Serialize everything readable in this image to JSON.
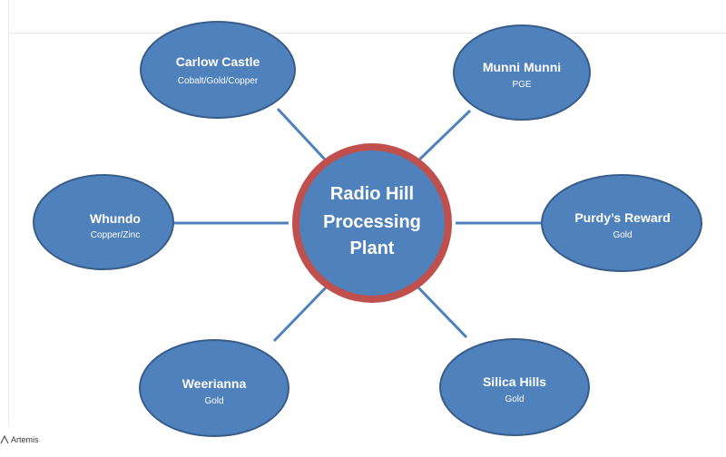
{
  "diagram": {
    "hub": {
      "lines": [
        "Radio Hill",
        "Processing",
        "Plant"
      ]
    },
    "nodes": [
      {
        "id": "carlow-castle",
        "title": "Carlow Castle",
        "subtitle": "Cobalt/Gold/Copper"
      },
      {
        "id": "munni-munni",
        "title": "Munni Munni",
        "subtitle": "PGE"
      },
      {
        "id": "whundo",
        "title": "Whundo",
        "subtitle": "Copper/Zinc"
      },
      {
        "id": "purdys-reward",
        "title": "Purdy’s Reward",
        "subtitle": "Gold"
      },
      {
        "id": "weerianna",
        "title": "Weerianna",
        "subtitle": "Gold"
      },
      {
        "id": "silica-hills",
        "title": "Silica Hills",
        "subtitle": "Gold"
      }
    ]
  },
  "colors": {
    "node_fill": "#4f81bd",
    "node_stroke": "#385d8a",
    "hub_ring": "#c0504d",
    "connector": "#4f81bd"
  },
  "logo": {
    "text": "Artemis"
  }
}
